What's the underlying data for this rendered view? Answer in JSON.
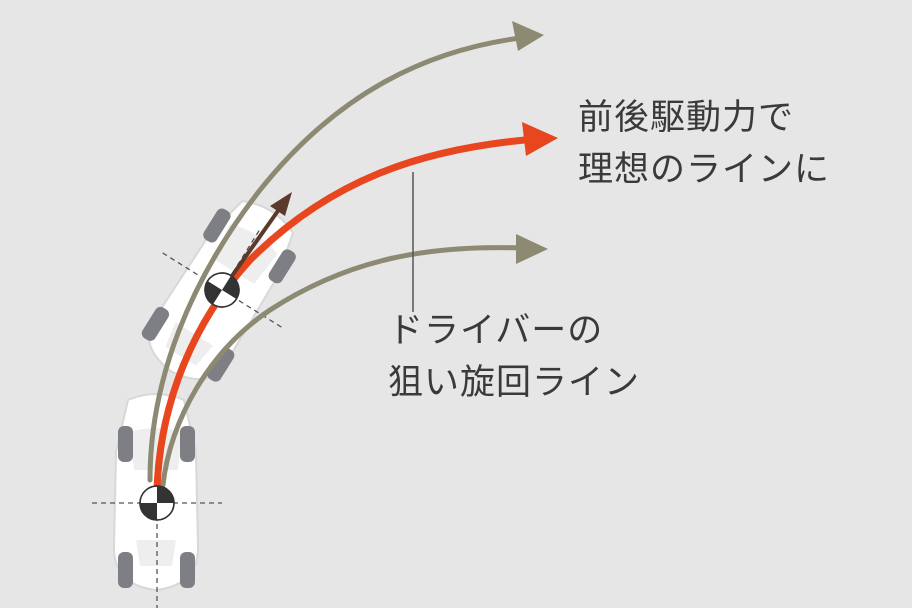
{
  "labels": {
    "ideal_line": {
      "line1": "前後駆動力で",
      "line2": "理想のラインに"
    },
    "driver_line": {
      "line1": "ドライバーの",
      "line2": "狙い旋回ライン"
    }
  },
  "colors": {
    "background": "#e6e6e6",
    "ideal_path": "#e8461e",
    "driver_path": "#8c8a72",
    "vector_arrow": "#5b3a2c",
    "car_body": "#ffffff",
    "tire": "#7d7f84",
    "text": "#3a3a3a"
  },
  "icons": {
    "center_of_gravity": "checkered-circle-icon"
  }
}
